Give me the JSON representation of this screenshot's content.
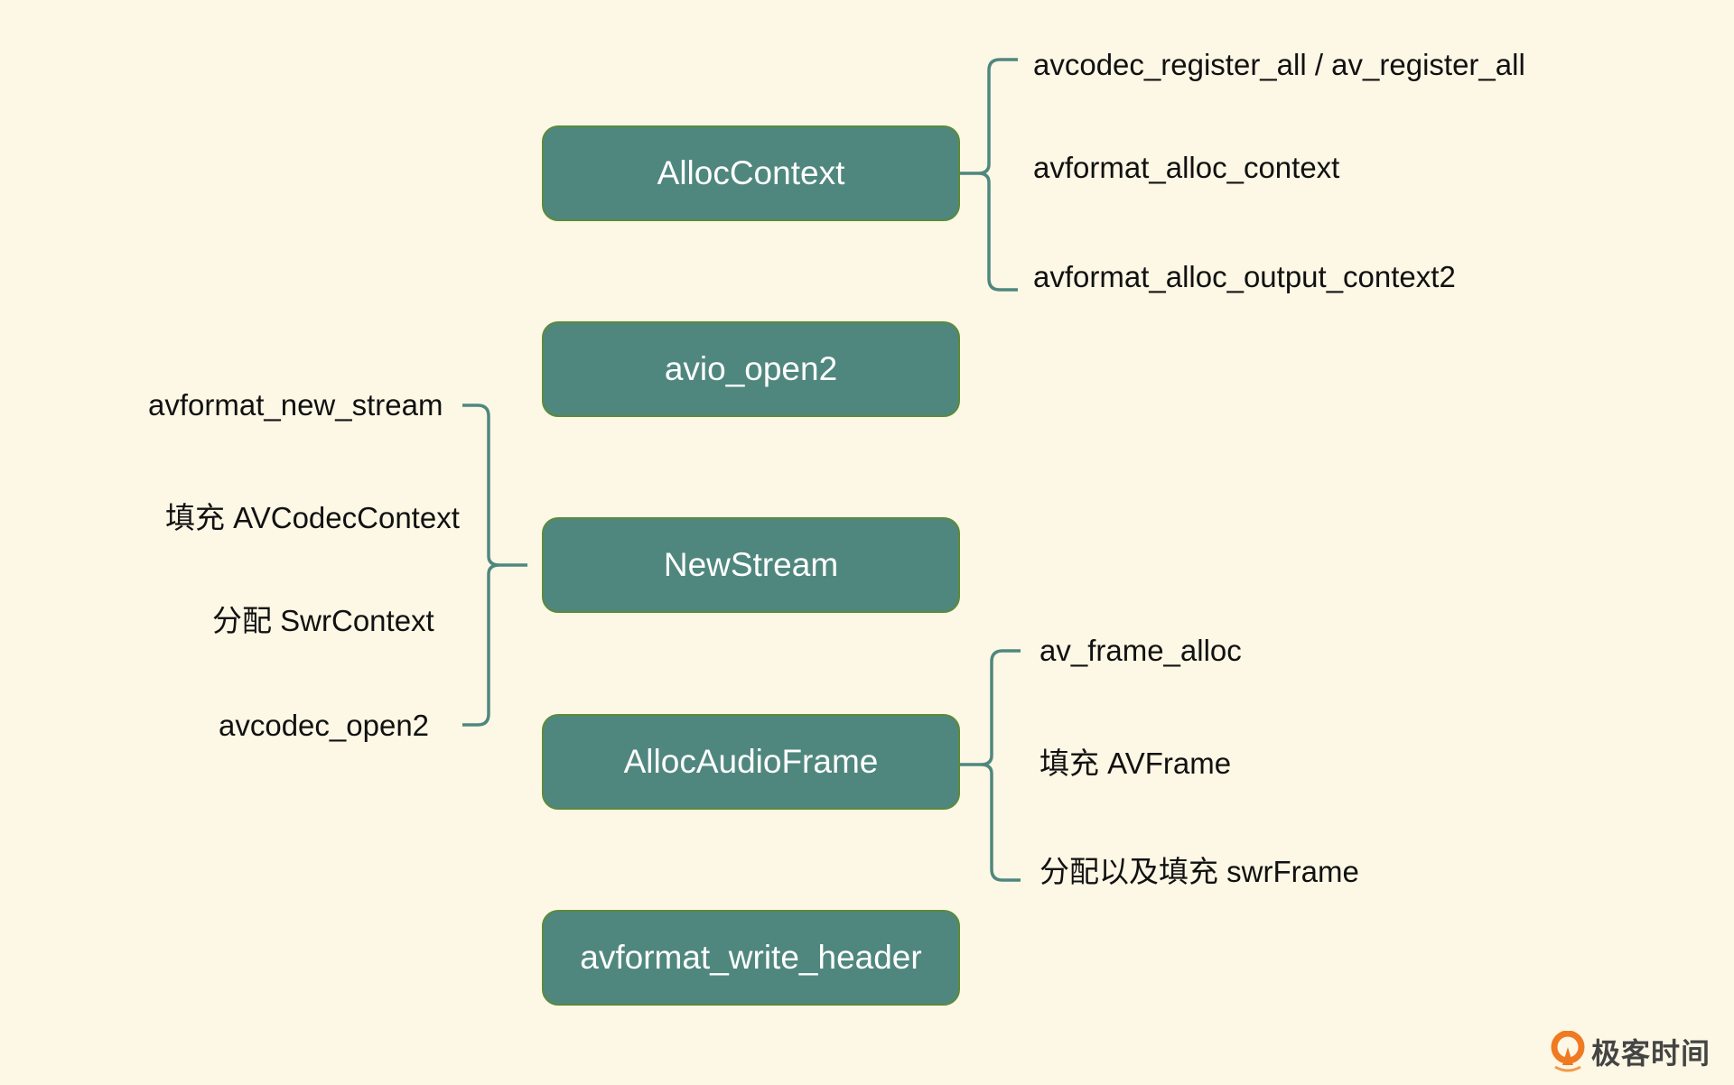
{
  "diagram": {
    "steps": [
      {
        "label": "AllocContext"
      },
      {
        "label": "avio_open2"
      },
      {
        "label": "NewStream"
      },
      {
        "label": "AllocAudioFrame"
      },
      {
        "label": "avformat_write_header"
      }
    ],
    "alloc_context_details": [
      "avcodec_register_all / av_register_all",
      "avformat_alloc_context",
      "avformat_alloc_output_context2"
    ],
    "new_stream_details": [
      "avformat_new_stream",
      "填充 AVCodecContext",
      "分配 SwrContext",
      "avcodec_open2"
    ],
    "alloc_audio_frame_details": [
      "av_frame_alloc",
      "填充 AVFrame",
      "分配以及填充 swrFrame"
    ],
    "colors": {
      "background": "#fdf7e5",
      "box_fill": "#4f877e",
      "box_border": "#5c8a3a",
      "bracket": "#4f877e"
    }
  },
  "branding": {
    "logo_text": "极客时间"
  }
}
